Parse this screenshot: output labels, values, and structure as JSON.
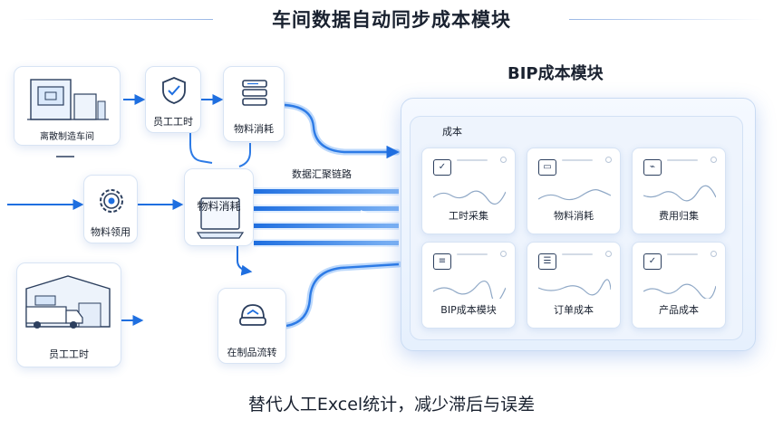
{
  "title": "车间数据自动同步成本模块",
  "footer": "替代人工Excel统计，减少滞后与误差",
  "sources": {
    "workshop_top": "离散制造车间",
    "staff_hours_top": "员工工时",
    "material_top": "物料消耗",
    "material_pick": "物料领用",
    "material_center": "物料消耗",
    "staff_hours_bottom": "员工工时",
    "wip_transfer": "在制品流转"
  },
  "chain_label": "数据汇聚链路",
  "bip": {
    "title": "BIP成本模块",
    "section_label": "成本",
    "modules": [
      {
        "label": "工时采集",
        "icon": "clock-check-icon"
      },
      {
        "label": "物料消耗",
        "icon": "monitor-icon"
      },
      {
        "label": "费用归集",
        "icon": "image-chart-icon"
      },
      {
        "label": "BIP成本模块",
        "icon": "document-icon"
      },
      {
        "label": "订单成本",
        "icon": "list-box-icon"
      },
      {
        "label": "产品成本",
        "icon": "shield-check-icon"
      }
    ]
  },
  "colors": {
    "accent": "#1f6fe0",
    "flow": "#2d7be6",
    "icon_stroke": "#2c3f5e",
    "glow": "#bcd8fb"
  }
}
